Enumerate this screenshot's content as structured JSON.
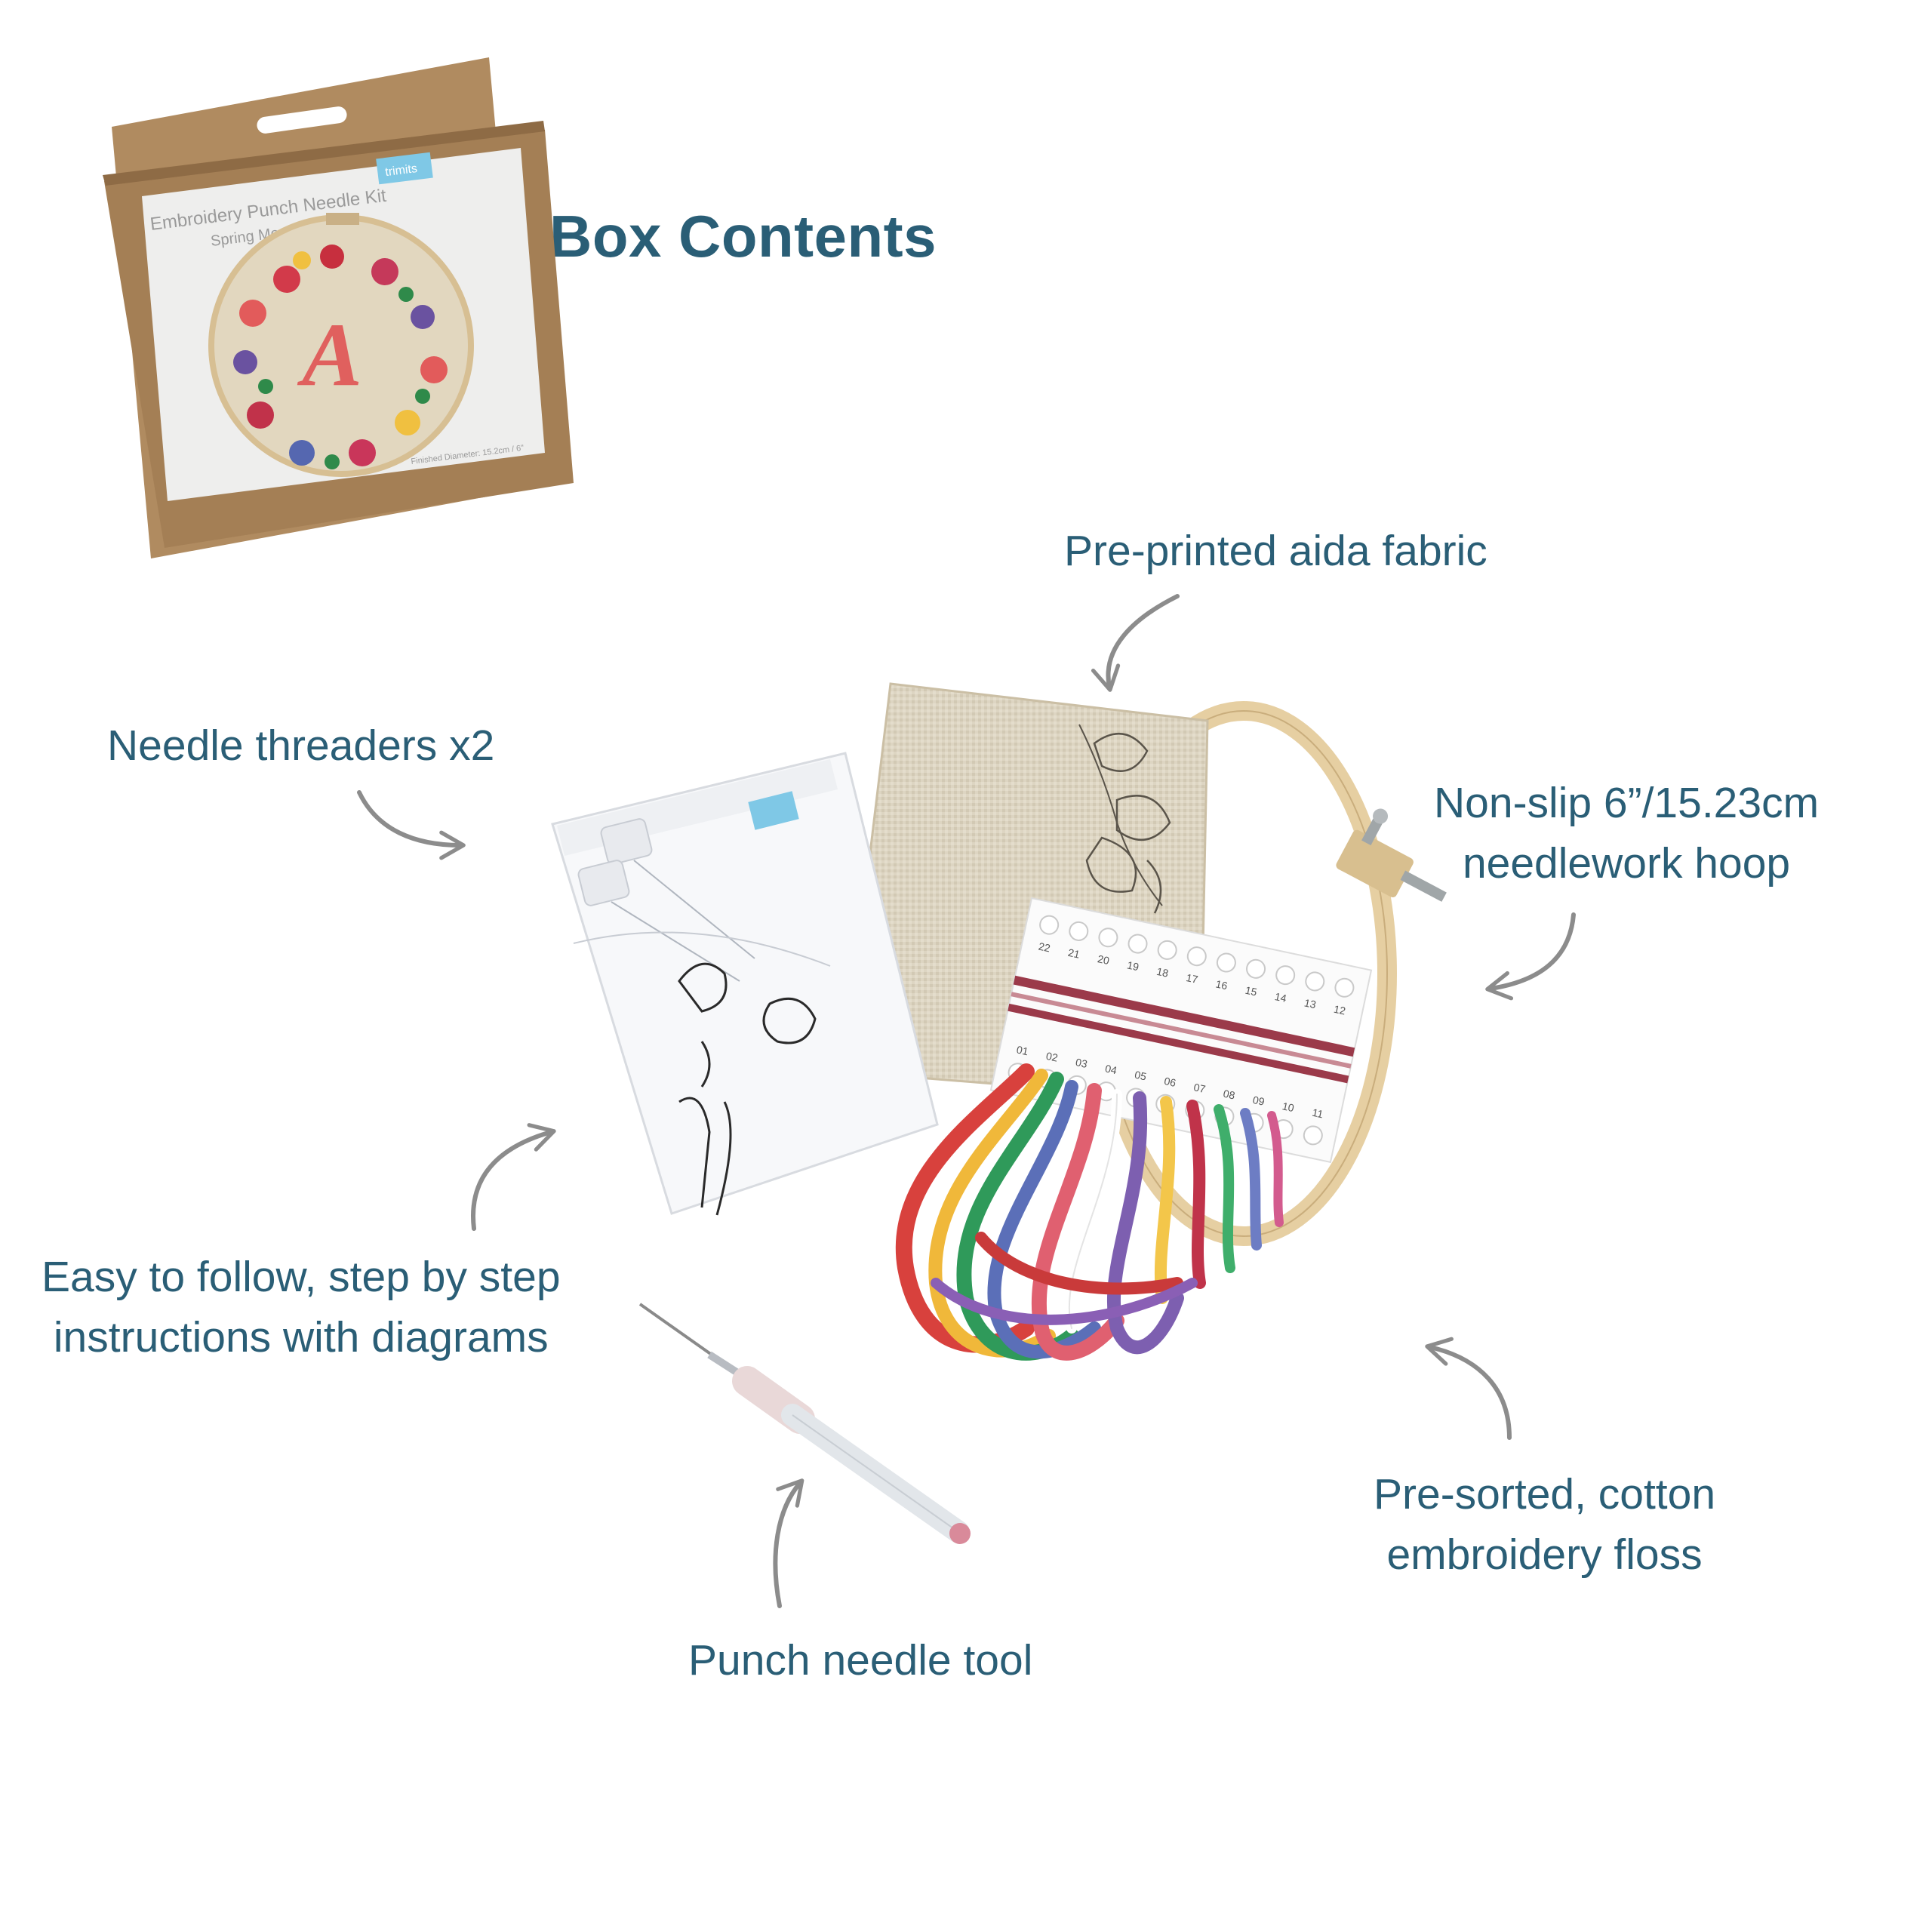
{
  "title": "Box Contents",
  "package": {
    "kit_name": "Embroidery Punch Needle Kit",
    "design_name": "Spring Monogram",
    "brand": "trimits",
    "diameter_note": "Finished Diameter: 15.2cm / 6\"",
    "monogram_letter": "A"
  },
  "labels": {
    "fabric": "Pre-printed aida fabric",
    "threaders": "Needle threaders x2",
    "hoop_line1": "Non-slip 6”/15.23cm",
    "hoop_line2": "needlework hoop",
    "instructions_line1": "Easy to follow, step by step",
    "instructions_line2": "instructions with diagrams",
    "floss_line1": "Pre-sorted, cotton",
    "floss_line2": "embroidery floss",
    "punch_tool": "Punch needle tool"
  },
  "floss_card": {
    "top_numbers": [
      "22",
      "21",
      "20",
      "19",
      "18",
      "17",
      "16",
      "15",
      "14",
      "13",
      "12"
    ],
    "bottom_numbers": [
      "01",
      "02",
      "03",
      "04",
      "05",
      "06",
      "07",
      "08",
      "09",
      "10",
      "11"
    ]
  },
  "colors": {
    "accent_text": "#2a5e76",
    "arrow": "#8c8c8c",
    "kraft": "#a8845c",
    "linen": "#ddd5c2",
    "hoop_wood": "#e6cfa2"
  },
  "icons": [
    "curved-arrow-icon"
  ]
}
